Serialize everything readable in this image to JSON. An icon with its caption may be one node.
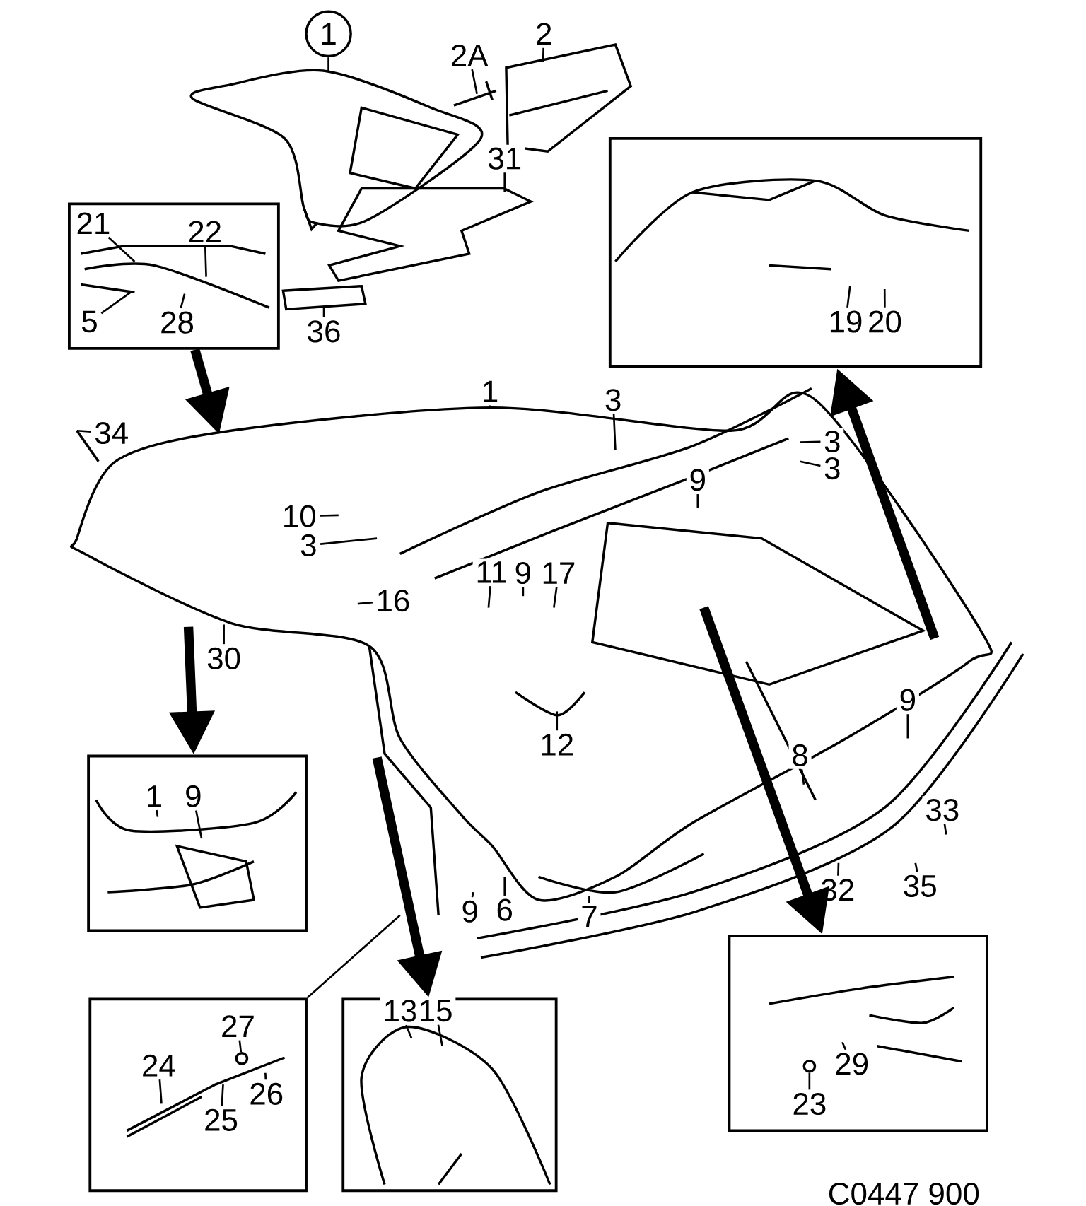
{
  "diagram": {
    "nodes": [
      {
        "text": [
          "1"
        ]
      },
      {
        "text": [
          "2A"
        ]
      },
      {
        "text": [
          "2"
        ]
      },
      {
        "text": [
          "31"
        ]
      },
      {
        "text": [],
        "shape": "box"
      },
      {
        "text": [
          "21"
        ],
        "in": 4
      },
      {
        "text": [
          "22"
        ],
        "in": 4
      },
      {
        "text": [
          "5"
        ],
        "in": 4
      },
      {
        "text": [
          "28"
        ],
        "in": 4
      },
      {
        "text": [
          "36"
        ]
      },
      {
        "text": [],
        "shape": "box"
      },
      {
        "text": [
          "19"
        ],
        "in": 10
      },
      {
        "text": [
          "20"
        ],
        "in": 10
      },
      {
        "text": [
          "1"
        ]
      },
      {
        "text": [
          "3"
        ]
      },
      {
        "text": [
          "34"
        ]
      },
      {
        "text": [
          "3"
        ]
      },
      {
        "text": [
          "3"
        ]
      },
      {
        "text": [
          "9"
        ]
      },
      {
        "text": [
          "10"
        ]
      },
      {
        "text": [
          "3"
        ]
      },
      {
        "text": [
          "11"
        ]
      },
      {
        "text": [
          "9"
        ]
      },
      {
        "text": [
          "17"
        ]
      },
      {
        "text": [
          "16"
        ]
      },
      {
        "text": [
          "30"
        ]
      },
      {
        "text": [
          "12"
        ]
      },
      {
        "text": [
          "9"
        ]
      },
      {
        "text": [
          "8"
        ]
      },
      {
        "text": [],
        "shape": "box"
      },
      {
        "text": [
          "1"
        ],
        "in": 29
      },
      {
        "text": [
          "9"
        ],
        "in": 29
      },
      {
        "text": [
          "33"
        ]
      },
      {
        "text": [
          "9"
        ]
      },
      {
        "text": [
          "6"
        ]
      },
      {
        "text": [
          "35"
        ]
      },
      {
        "text": [
          "32"
        ]
      },
      {
        "text": [
          "7"
        ]
      },
      {
        "text": [],
        "shape": "box"
      },
      {
        "text": [
          "27"
        ],
        "in": 38
      },
      {
        "text": [
          "24"
        ],
        "in": 38
      },
      {
        "text": [
          "26"
        ],
        "in": 38
      },
      {
        "text": [
          "25"
        ],
        "in": 38
      },
      {
        "text": [],
        "shape": "box"
      },
      {
        "text": [
          "13"
        ],
        "in": 43
      },
      {
        "text": [
          "15"
        ],
        "in": 43
      },
      {
        "text": [],
        "shape": "box"
      },
      {
        "text": [
          "29"
        ],
        "in": 46
      },
      {
        "text": [
          "23"
        ],
        "in": 46
      },
      {
        "text": [],
        "shape": "circle",
        "in": 38
      },
      {
        "text": [],
        "shape": "circle",
        "in": 46
      }
    ],
    "edges": [
      {
        "from": 4,
        "to": null,
        "arrow": "to",
        "style": "thick"
      },
      {
        "from": null,
        "to": 10,
        "arrow": "to",
        "style": "thick"
      },
      {
        "from": null,
        "to": 29,
        "arrow": "to",
        "style": "thick"
      },
      {
        "from": null,
        "to": 43,
        "arrow": "to",
        "style": "thick"
      },
      {
        "from": null,
        "to": 46,
        "arrow": "to",
        "style": "thick"
      },
      {
        "from": 38,
        "to": null,
        "arrow": "none"
      },
      {
        "from": 0,
        "to": null,
        "arrow": "none"
      },
      {
        "from": 1,
        "to": null,
        "arrow": "none"
      },
      {
        "from": 2,
        "to": null,
        "arrow": "none"
      },
      {
        "from": 3,
        "to": null,
        "arrow": "none"
      },
      {
        "from": 5,
        "to": null,
        "arrow": "none"
      },
      {
        "from": 6,
        "to": null,
        "arrow": "none"
      },
      {
        "from": 7,
        "to": null,
        "arrow": "none"
      },
      {
        "from": 8,
        "to": null,
        "arrow": "none"
      },
      {
        "from": 9,
        "to": null,
        "arrow": "none"
      },
      {
        "from": 11,
        "to": null,
        "arrow": "none"
      },
      {
        "from": 12,
        "to": null,
        "arrow": "none"
      },
      {
        "from": 13,
        "to": null,
        "arrow": "none"
      },
      {
        "from": 14,
        "to": null,
        "arrow": "none"
      },
      {
        "from": 15,
        "to": null,
        "arrow": "none"
      },
      {
        "from": 16,
        "to": null,
        "arrow": "none"
      },
      {
        "from": 17,
        "to": null,
        "arrow": "none"
      },
      {
        "from": 18,
        "to": null,
        "arrow": "none"
      },
      {
        "from": 19,
        "to": null,
        "arrow": "none"
      },
      {
        "from": 20,
        "to": null,
        "arrow": "none"
      },
      {
        "from": 21,
        "to": null,
        "arrow": "none"
      },
      {
        "from": 22,
        "to": null,
        "arrow": "none"
      },
      {
        "from": 23,
        "to": null,
        "arrow": "none"
      },
      {
        "from": 24,
        "to": null,
        "arrow": "none"
      },
      {
        "from": 25,
        "to": null,
        "arrow": "none"
      },
      {
        "from": 26,
        "to": null,
        "arrow": "none"
      },
      {
        "from": 27,
        "to": null,
        "arrow": "none"
      },
      {
        "from": 28,
        "to": null,
        "arrow": "none"
      },
      {
        "from": 30,
        "to": null,
        "arrow": "none"
      },
      {
        "from": 31,
        "to": null,
        "arrow": "none"
      },
      {
        "from": 32,
        "to": null,
        "arrow": "none"
      },
      {
        "from": 33,
        "to": null,
        "arrow": "none"
      },
      {
        "from": 34,
        "to": null,
        "arrow": "none"
      },
      {
        "from": 35,
        "to": null,
        "arrow": "none"
      },
      {
        "from": 36,
        "to": null,
        "arrow": "none"
      },
      {
        "from": 37,
        "to": null,
        "arrow": "none"
      },
      {
        "from": 39,
        "to": 49,
        "arrow": "none"
      },
      {
        "from": 40,
        "to": null,
        "arrow": "none"
      },
      {
        "from": 41,
        "to": null,
        "arrow": "none"
      },
      {
        "from": 42,
        "to": null,
        "arrow": "none"
      },
      {
        "from": 44,
        "to": null,
        "arrow": "none"
      },
      {
        "from": 45,
        "to": null,
        "arrow": "none"
      },
      {
        "from": 47,
        "to": null,
        "arrow": "none"
      },
      {
        "from": 48,
        "to": 50,
        "arrow": "none"
      }
    ],
    "labels": [
      "C0447 900"
    ]
  }
}
